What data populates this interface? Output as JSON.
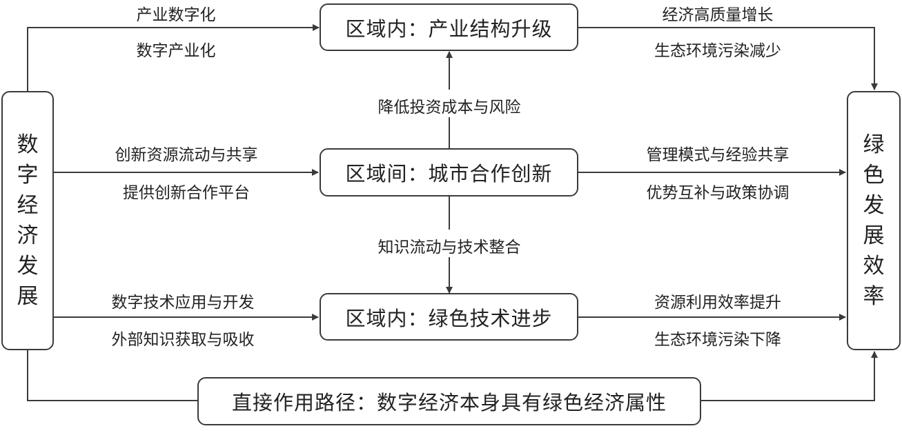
{
  "left_box": {
    "chars": [
      "数",
      "字",
      "经",
      "济",
      "发",
      "展"
    ]
  },
  "right_box": {
    "chars": [
      "绿",
      "色",
      "发",
      "展",
      "效",
      "率"
    ]
  },
  "top_box": {
    "text": "区域内：产业结构升级"
  },
  "middle_box": {
    "text": "区域间：城市合作创新"
  },
  "bottom_box": {
    "text": "区域内：绿色技术进步"
  },
  "direct_box": {
    "text": "直接作用路径：数字经济本身具有绿色经济属性"
  },
  "labels": {
    "top_left_1": "产业数字化",
    "top_left_2": "数字产业化",
    "top_right_1": "经济高质量增长",
    "top_right_2": "生态环境污染减少",
    "up_arrow": "降低投资成本与风险",
    "mid_left_1": "创新资源流动与共享",
    "mid_left_2": "提供创新合作平台",
    "mid_right_1": "管理模式与经验共享",
    "mid_right_2": "优势互补与政策协调",
    "down_arrow": "知识流动与技术整合",
    "bot_left_1": "数字技术应用与开发",
    "bot_left_2": "外部知识获取与吸收",
    "bot_right_1": "资源利用效率提升",
    "bot_right_2": "生态环境污染下降"
  }
}
